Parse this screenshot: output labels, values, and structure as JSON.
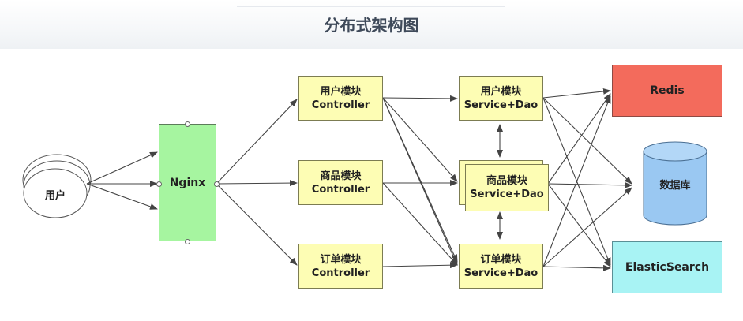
{
  "title": "分布式架构图",
  "user": {
    "label": "用户"
  },
  "nginx": {
    "label": "Nginx"
  },
  "controllers": [
    {
      "line1": "用户模块",
      "line2": "Controller"
    },
    {
      "line1": "商品模块",
      "line2": "Controller"
    },
    {
      "line1": "订单模块",
      "line2": "Controller"
    }
  ],
  "services": [
    {
      "line1": "用户模块",
      "line2": "Service+Dao"
    },
    {
      "line1": "商品模块",
      "line2": "Service+Dao"
    },
    {
      "line1": "订单模块",
      "line2": "Service+Dao"
    }
  ],
  "stores": {
    "redis": "Redis",
    "database": "数据库",
    "elasticsearch": "ElasticSearch"
  },
  "colors": {
    "title": "#3f4a5a",
    "nginx": "#a6f5a0",
    "module": "#fdfdb4",
    "redis": "#f36b5c",
    "database": "#9ac8f2",
    "elasticsearch": "#a8f3f4",
    "arrow": "#444444"
  }
}
